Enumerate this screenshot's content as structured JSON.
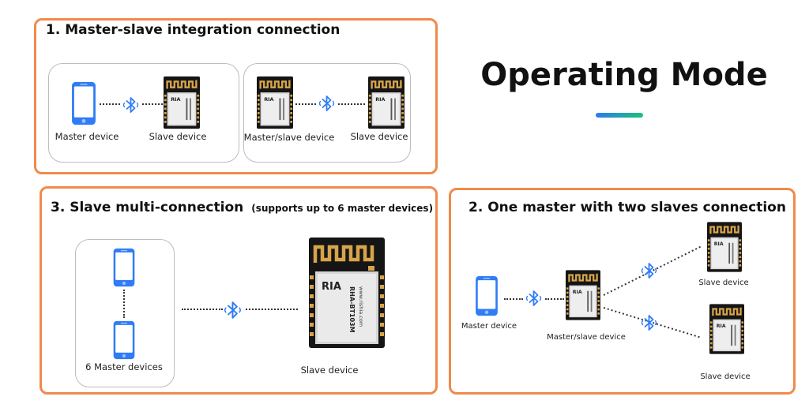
{
  "page": {
    "heading": "Operating Mode",
    "accent_colors": [
      "#2b7bf0",
      "#1bc27a"
    ],
    "panel_border_color": "#f08a4b"
  },
  "panel1": {
    "title": "1. Master-slave integration connection",
    "left_group": {
      "master_label": "Master device",
      "slave_label": "Slave device"
    },
    "right_group": {
      "master_slave_label": "Master/slave device",
      "slave_label": "Slave device"
    }
  },
  "panel2": {
    "title": "2. One master with two slaves connection",
    "master_label": "Master device",
    "master_slave_label": "Master/slave device",
    "slave_top_label": "Slave device",
    "slave_bottom_label": "Slave device"
  },
  "panel3": {
    "title": "3. Slave multi-connection",
    "subtitle": "(supports up to 6 master devices)",
    "masters_label": "6 Master devices",
    "slave_label": "Slave device",
    "module_brand": "RIA",
    "module_model": "RHA-BT103M",
    "module_url": "www.rishia.com"
  },
  "icons": {
    "phone": "smartphone-icon",
    "bluetooth": "bluetooth-icon",
    "module": "bluetooth-module-chip"
  }
}
